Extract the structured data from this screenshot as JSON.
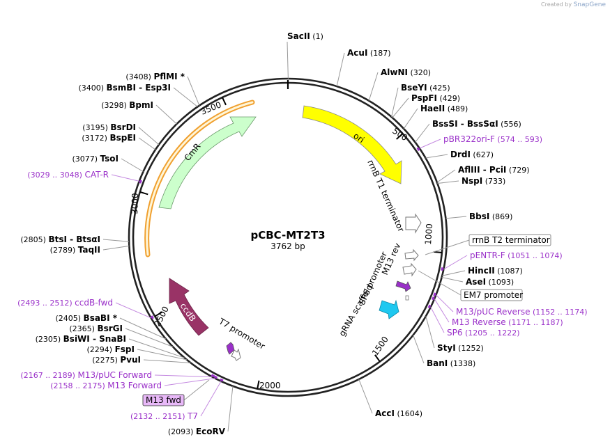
{
  "credit": {
    "text": "Created by",
    "brand": "SnapGene"
  },
  "plasmid": {
    "name": "pCBC-MT2T3",
    "length": "3762 bp"
  },
  "ticks": [
    {
      "label": "500",
      "pos": 500
    },
    {
      "label": "1000",
      "pos": 1000
    },
    {
      "label": "1500",
      "pos": 1500
    },
    {
      "label": "2000",
      "pos": 2000
    },
    {
      "label": "2500",
      "pos": 2500
    },
    {
      "label": "3000",
      "pos": 3000
    },
    {
      "label": "3500",
      "pos": 3500
    }
  ],
  "enzymes": [
    {
      "id": "sacii",
      "name": "SacII",
      "pos": "(1)",
      "bp": 1
    },
    {
      "id": "acui",
      "name": "AcuI",
      "pos": "(187)",
      "bp": 187
    },
    {
      "id": "alwni",
      "name": "AlwNI",
      "pos": "(320)",
      "bp": 320
    },
    {
      "id": "bseyi",
      "name": "BseYI",
      "pos": "(425)",
      "bp": 425
    },
    {
      "id": "pspfi",
      "name": "PspFI",
      "pos": "(429)",
      "bp": 429
    },
    {
      "id": "haeii",
      "name": "HaeII",
      "pos": "(489)",
      "bp": 489
    },
    {
      "id": "bsssi",
      "name": "BssSI",
      "name2": "BssSαI",
      "pos": "(556)",
      "bp": 556
    },
    {
      "id": "drdi",
      "name": "DrdI",
      "pos": "(627)",
      "bp": 627
    },
    {
      "id": "aflIII",
      "name": "AflIII",
      "name2": "PciI",
      "pos": "(729)",
      "bp": 729
    },
    {
      "id": "nspi",
      "name": "NspI",
      "pos": "(733)",
      "bp": 733
    },
    {
      "id": "bbsi",
      "name": "BbsI",
      "pos": "(869)",
      "bp": 869
    },
    {
      "id": "hincii",
      "name": "HincII",
      "pos": "(1087)",
      "bp": 1087
    },
    {
      "id": "asei",
      "name": "AseI",
      "pos": "(1093)",
      "bp": 1093
    },
    {
      "id": "styi",
      "name": "StyI",
      "pos": "(1252)",
      "bp": 1252
    },
    {
      "id": "bani",
      "name": "BanI",
      "pos": "(1338)",
      "bp": 1338
    },
    {
      "id": "acci",
      "name": "AccI",
      "pos": "(1604)",
      "bp": 1604
    },
    {
      "id": "ecorv",
      "name": "EcoRV",
      "pos": "(2093)",
      "bp": 2093
    },
    {
      "id": "pvui",
      "name": "PvuI",
      "pos": "(2275)",
      "bp": 2275
    },
    {
      "id": "fspi",
      "name": "FspI",
      "pos": "(2294)",
      "bp": 2294
    },
    {
      "id": "bsiwi",
      "name": "BsiWI",
      "name2": "SnaBI",
      "pos": "(2305)",
      "bp": 2305
    },
    {
      "id": "bsrgi",
      "name": "BsrGI",
      "pos": "(2365)",
      "bp": 2365
    },
    {
      "id": "bsabi",
      "name": "BsaBI *",
      "pos": "(2405)",
      "bp": 2405
    },
    {
      "id": "taqii",
      "name": "TaqII",
      "pos": "(2789)",
      "bp": 2789
    },
    {
      "id": "btsi",
      "name": "BtsI",
      "name2": "BtsαI",
      "pos": "(2805)",
      "bp": 2805
    },
    {
      "id": "tsoi",
      "name": "TsoI",
      "pos": "(3077)",
      "bp": 3077
    },
    {
      "id": "bspei",
      "name": "BspEI",
      "pos": "(3172)",
      "bp": 3172
    },
    {
      "id": "bsrdi",
      "name": "BsrDI",
      "pos": "(3195)",
      "bp": 3195
    },
    {
      "id": "bpmi",
      "name": "BpmI",
      "pos": "(3298)",
      "bp": 3298
    },
    {
      "id": "bsmbi",
      "name": "BsmBI",
      "name2": "Esp3I",
      "pos": "(3400)",
      "bp": 3400
    },
    {
      "id": "pflmi",
      "name": "PflMI *",
      "pos": "(3408)",
      "bp": 3408
    }
  ],
  "primers": [
    {
      "id": "pbr322ori",
      "name": "pBR322ori-F",
      "range": "(574 .. 593)",
      "bp": 584
    },
    {
      "id": "pentr",
      "name": "pENTR-F",
      "range": "(1051 .. 1074)",
      "bp": 1062
    },
    {
      "id": "m13puc-rev",
      "name": "M13/pUC Reverse",
      "range": "(1152 .. 1174)",
      "bp": 1163
    },
    {
      "id": "m13-rev",
      "name": "M13 Reverse",
      "range": "(1171 .. 1187)",
      "bp": 1179
    },
    {
      "id": "sp6",
      "name": "SP6",
      "range": "(1205 .. 1222)",
      "bp": 1213
    },
    {
      "id": "t7",
      "name": "T7",
      "range": "(2132 .. 2151)",
      "bp": 2141
    },
    {
      "id": "m13-fwd",
      "name": "M13 Forward",
      "range": "(2158 .. 2175)",
      "bp": 2166
    },
    {
      "id": "m13puc-fwd",
      "name": "M13/pUC Forward",
      "range": "(2167 .. 2189)",
      "bp": 2178
    },
    {
      "id": "ccdb-fwd",
      "name": "ccdB-fwd",
      "range": "(2493 .. 2512)",
      "bp": 2502
    },
    {
      "id": "cat-r",
      "name": "CAT-R",
      "range": "(3029 .. 3048)",
      "bp": 3038
    }
  ],
  "boxed_features": [
    {
      "id": "rrnb-t2",
      "name": "rrnB T2 terminator"
    },
    {
      "id": "em7",
      "name": "EM7 promoter"
    },
    {
      "id": "m13fwd-box",
      "name": "M13 fwd"
    }
  ],
  "features": [
    {
      "id": "ori",
      "name": "ori",
      "color": "#ffff00"
    },
    {
      "id": "cmr",
      "name": "CmR",
      "color": "#ccffcc"
    },
    {
      "id": "ccdb",
      "name": "ccdB",
      "color": "#993366"
    },
    {
      "id": "rrnb-t1",
      "name": "rrnB T1 terminator"
    },
    {
      "id": "t7-promoter",
      "name": "T7 promoter"
    },
    {
      "id": "sp6-promoter",
      "name": "SP6 promoter"
    },
    {
      "id": "m13-rev-feat",
      "name": "M13 rev"
    },
    {
      "id": "grna",
      "name": "gRNA scaffold",
      "color": "#1ec8f0"
    }
  ]
}
